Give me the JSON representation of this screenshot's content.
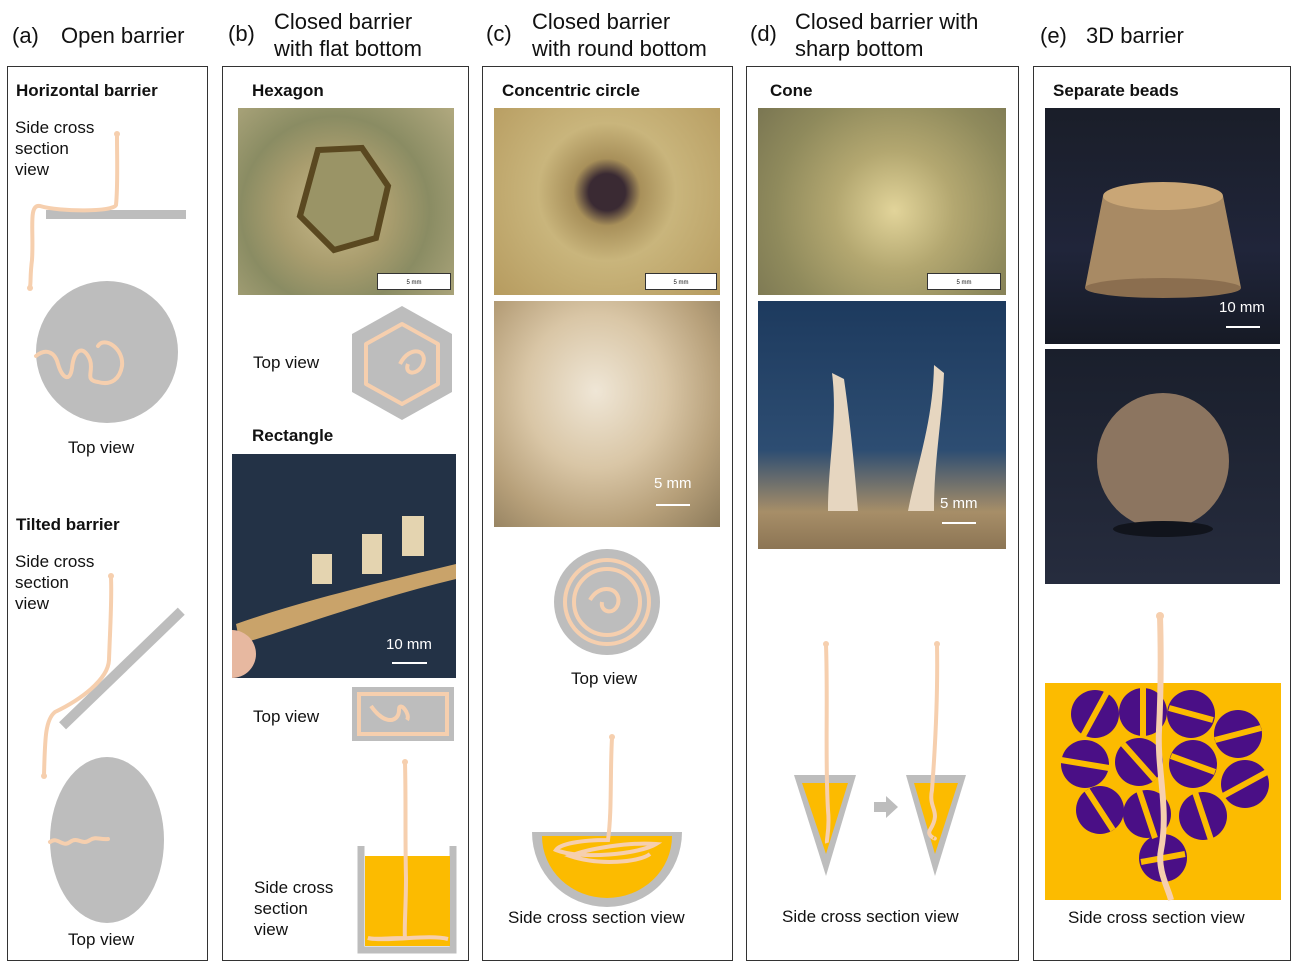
{
  "panels": [
    {
      "label": "(a)",
      "title": [
        "Open barrier"
      ]
    },
    {
      "label": "(b)",
      "title": [
        "Closed barrier",
        "with flat bottom"
      ]
    },
    {
      "label": "(c)",
      "title": [
        "Closed barrier",
        "with round bottom"
      ]
    },
    {
      "label": "(d)",
      "title": [
        "Closed barrier with",
        "sharp bottom"
      ]
    },
    {
      "label": "(e)",
      "title": [
        "3D barrier"
      ]
    }
  ],
  "a": {
    "horizontal": "Horizontal barrier",
    "side_view": [
      "Side cross",
      "section",
      "view"
    ],
    "top_view": "Top view",
    "tilted": "Tilted barrier",
    "side_view2": [
      "Side cross",
      "section",
      "view"
    ],
    "top_view2": "Top view"
  },
  "b": {
    "hexagon": "Hexagon",
    "scale_hex": "5 mm",
    "top_view": "Top view",
    "rectangle": "Rectangle",
    "scale_rect": "10 mm",
    "top_view2": "Top view",
    "side_view": [
      "Side cross",
      "section",
      "view"
    ]
  },
  "c": {
    "concentric": "Concentric circle",
    "scale_top": "5 mm",
    "scale_side": "5 mm",
    "top_view": "Top view",
    "side_view": "Side cross section view"
  },
  "d": {
    "cone": "Cone",
    "scale_top": "5 mm",
    "scale_side": "5 mm",
    "side_view": "Side cross section view"
  },
  "e": {
    "beads": "Separate beads",
    "scale": "10 mm",
    "side_view": "Side cross section view"
  },
  "colors": {
    "barrier": "#bdbdbd",
    "fiber": "#f6cfae",
    "fill": "#fcbb00",
    "bead": "#4a0f86",
    "photo_dark": "#233246"
  }
}
